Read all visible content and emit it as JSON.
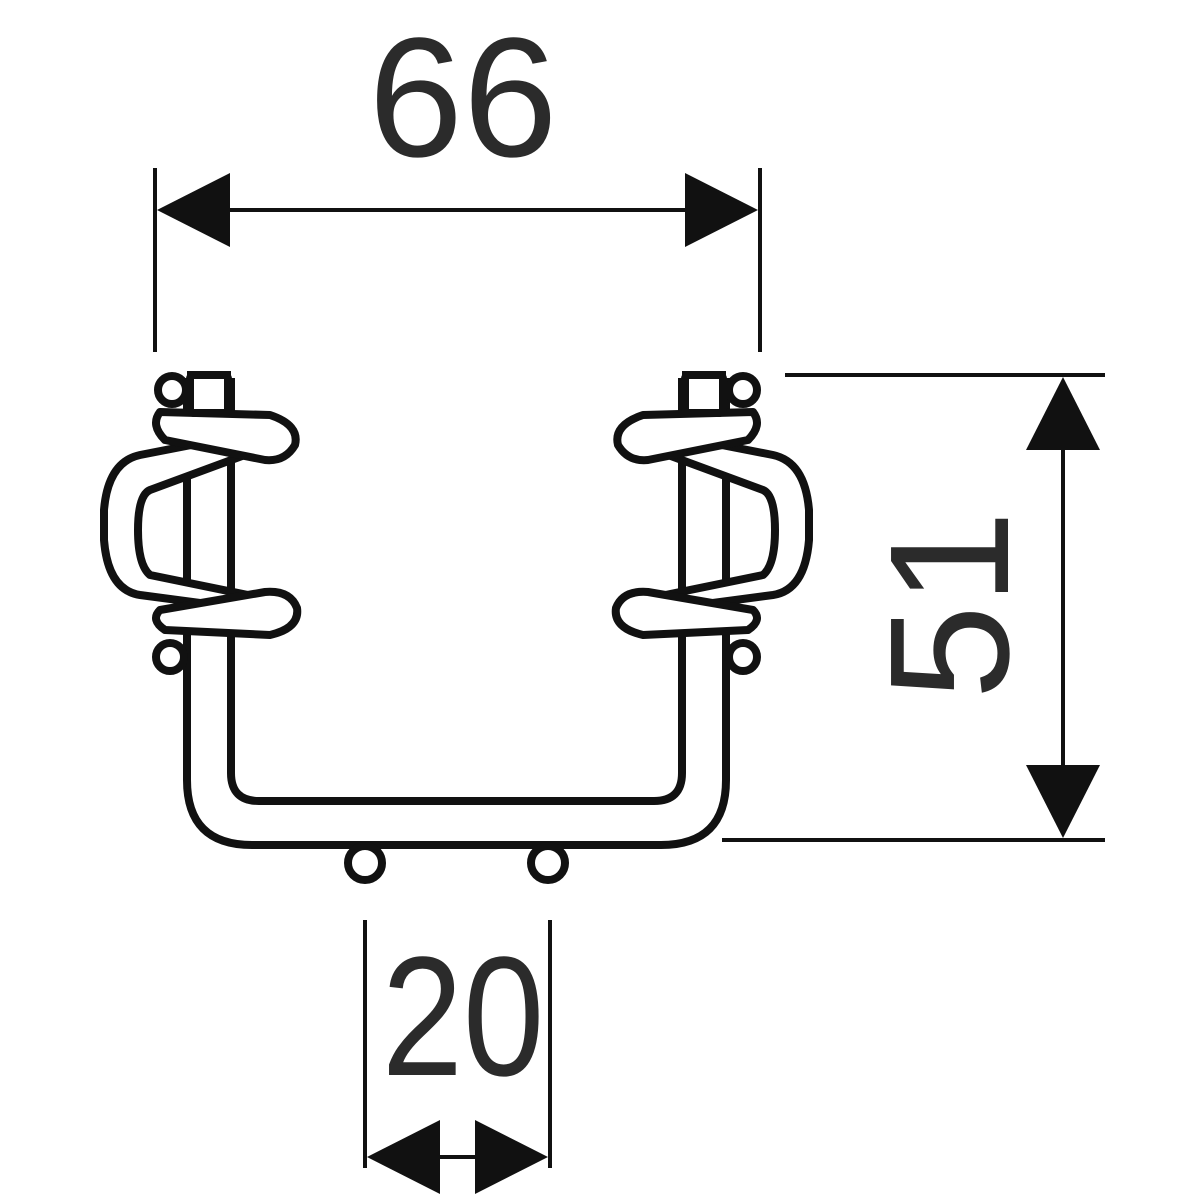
{
  "drawing": {
    "dimensions": {
      "width": "66",
      "height": "51",
      "spacing": "20"
    },
    "line_color": "#111111",
    "text_color": "#2b2b2b"
  }
}
